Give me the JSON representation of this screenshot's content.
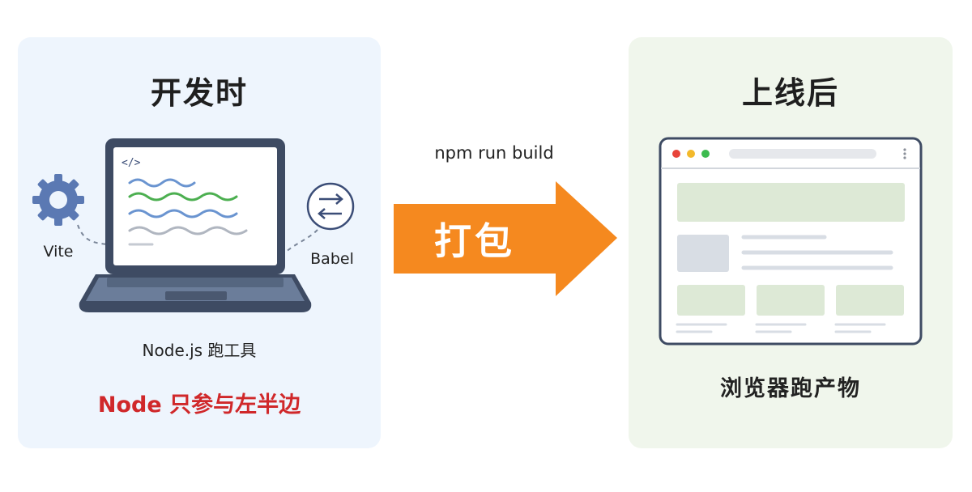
{
  "left_panel": {
    "title": "开发时",
    "tool_gear_label": "Vite",
    "tool_swap_label": "Babel",
    "laptop_caption": "Node.js 跑工具",
    "note": "Node 只参与左半边",
    "code_tag": "</>"
  },
  "arrow": {
    "command": "npm run build",
    "label": "打包"
  },
  "right_panel": {
    "title": "上线后",
    "caption": "浏览器跑产物"
  },
  "colors": {
    "left_bg": "#eef5fd",
    "right_bg": "#f0f6ec",
    "arrow": "#f5891f",
    "note": "#d0282a",
    "laptop": "#3e4b63",
    "gear": "#5b79b3"
  }
}
